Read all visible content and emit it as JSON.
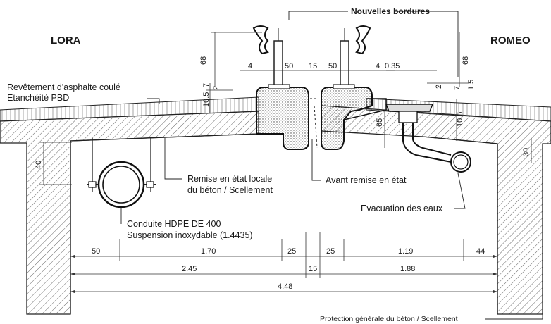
{
  "sides": {
    "left": "LORA",
    "right": "ROMEO"
  },
  "header": "Nouvelles bordures",
  "labels": {
    "revetement": "Revêtement d'asphalte coulé",
    "etancheite": "Etanchéité PBD",
    "remise_1": "Remise en état locale",
    "remise_2": "du béton / Scellement",
    "avant": "Avant remise en état",
    "evacuation": "Evacuation des eaux",
    "conduite": "Conduite HDPE DE 400",
    "suspension": "Suspension inoxydable  (1.4435)",
    "protection": "Protection générale du béton / Scellement"
  },
  "dims_top": {
    "d68_left": "68",
    "d4_left": "4",
    "d50_left": "50",
    "d15": "15",
    "d50_right": "50",
    "d4_right": "4",
    "d035": "0.35",
    "d68_right": "68",
    "d2_left": "2",
    "d7_left": "7",
    "d105_left": "10.5",
    "d2_right": "2",
    "d7_right": "7",
    "d15_right": "1.5",
    "d105_right": "10.5",
    "d65": "65",
    "d30": "30",
    "d40": "40"
  },
  "dims_bottom": {
    "row1": [
      "50",
      "1.70",
      "25",
      "25",
      "1.19",
      "44"
    ],
    "row2": [
      "2.45",
      "15",
      "1.88"
    ],
    "row3": [
      "4.48"
    ]
  }
}
